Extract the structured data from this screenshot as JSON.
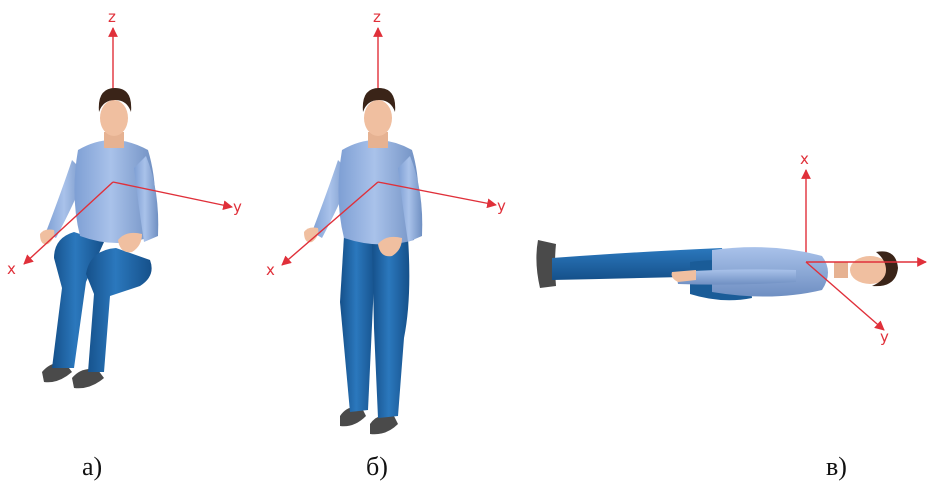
{
  "colors": {
    "axis": "#e0303a",
    "shirt": "#8fb0e0",
    "shirt_shade": "#6f8fc2",
    "pants": "#1f66a8",
    "pants_shade": "#15508a",
    "skin": "#f0bfa0",
    "hair": "#3a2418",
    "shoe": "#4a4a4a"
  },
  "panels": [
    {
      "caption": "а)",
      "pose": "sitting",
      "axes": {
        "vertical": "z",
        "right": "y",
        "down_left": "x"
      }
    },
    {
      "caption": "б)",
      "pose": "standing",
      "axes": {
        "vertical": "z",
        "right": "y",
        "down_left": "x"
      }
    },
    {
      "caption": "в)",
      "pose": "lying",
      "axes": {
        "vertical": "x",
        "right": "",
        "down_right": "y"
      }
    }
  ]
}
